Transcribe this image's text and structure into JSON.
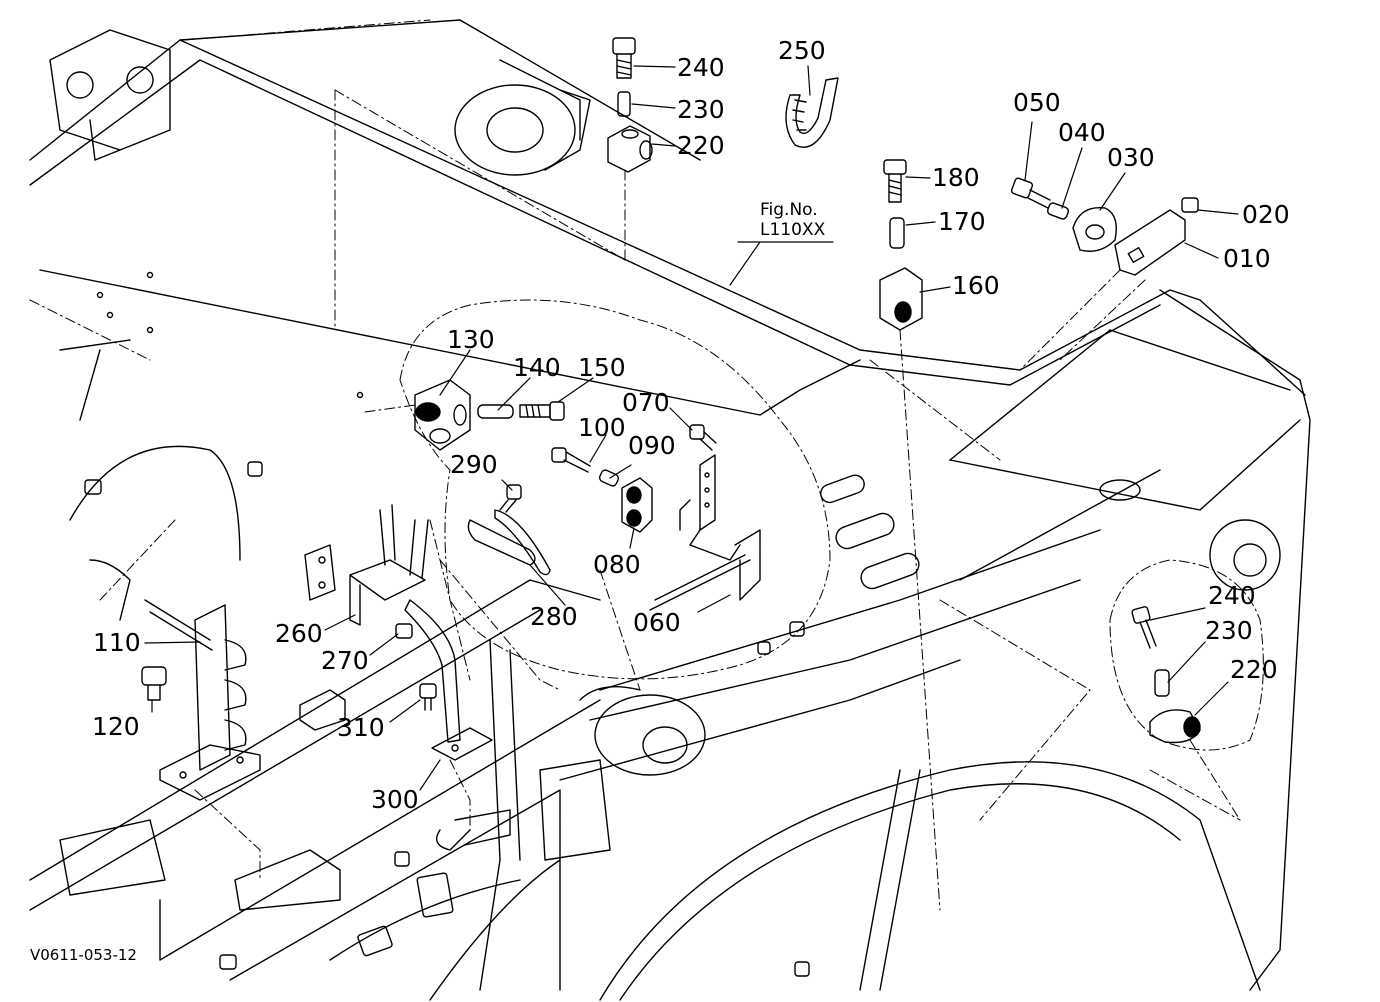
{
  "callouts": {
    "c010": "010",
    "c020": "020",
    "c030": "030",
    "c040": "040",
    "c050": "050",
    "c060": "060",
    "c070": "070",
    "c080": "080",
    "c090": "090",
    "c100": "100",
    "c110": "110",
    "c120": "120",
    "c130": "130",
    "c140": "140",
    "c150": "150",
    "c160": "160",
    "c170": "170",
    "c180": "180",
    "c220a": "220",
    "c220b": "220",
    "c230a": "230",
    "c230b": "230",
    "c240a": "240",
    "c240b": "240",
    "c250": "250",
    "c260": "260",
    "c270": "270",
    "c280": "280",
    "c290": "290",
    "c300": "300",
    "c310": "310"
  },
  "figure_ref": {
    "line1": "Fig.No.",
    "line2": "L110XX"
  },
  "drawing_code": "V0611-053-12"
}
